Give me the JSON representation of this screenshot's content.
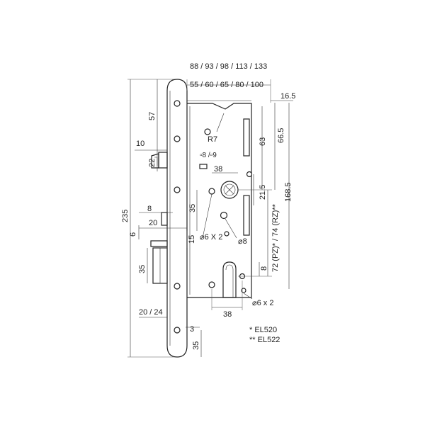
{
  "dimensions": {
    "backset_range": "88 / 93 / 98 / 113 / 133",
    "backset": "55 / 60 / 65 / 80 / 100",
    "fore_depth": "16.5",
    "radius": "R7",
    "hole_spec": "▫8 /▫9",
    "dim_63": "63",
    "dim_66_5": "66.5",
    "dim_168_5": "168.5",
    "dim_235": "235",
    "dim_57": "57",
    "dim_10": "10",
    "dim_22": "22",
    "dim_38_top": "38",
    "dim_21_5": "21.5",
    "dim_35_mid": "35",
    "dim_8_left": "8",
    "dim_20": "20",
    "dim_6": "6",
    "dim_15": "15",
    "dim_phi6x2_a": "⌀6 X 2",
    "dim_phi8": "⌀8",
    "dim_72_74": "72 (PZ)* / 74 (RZ)**",
    "dim_8_right": "8",
    "dim_35_lower": "35",
    "dim_38_bottom": "38",
    "dim_phi6x2_b": "⌀6 x 2",
    "dim_20_24": "20 / 24",
    "dim_3": "3",
    "dim_35_bottom": "35"
  },
  "legend": {
    "single_star": "* EL520",
    "double_star": "** EL522"
  }
}
